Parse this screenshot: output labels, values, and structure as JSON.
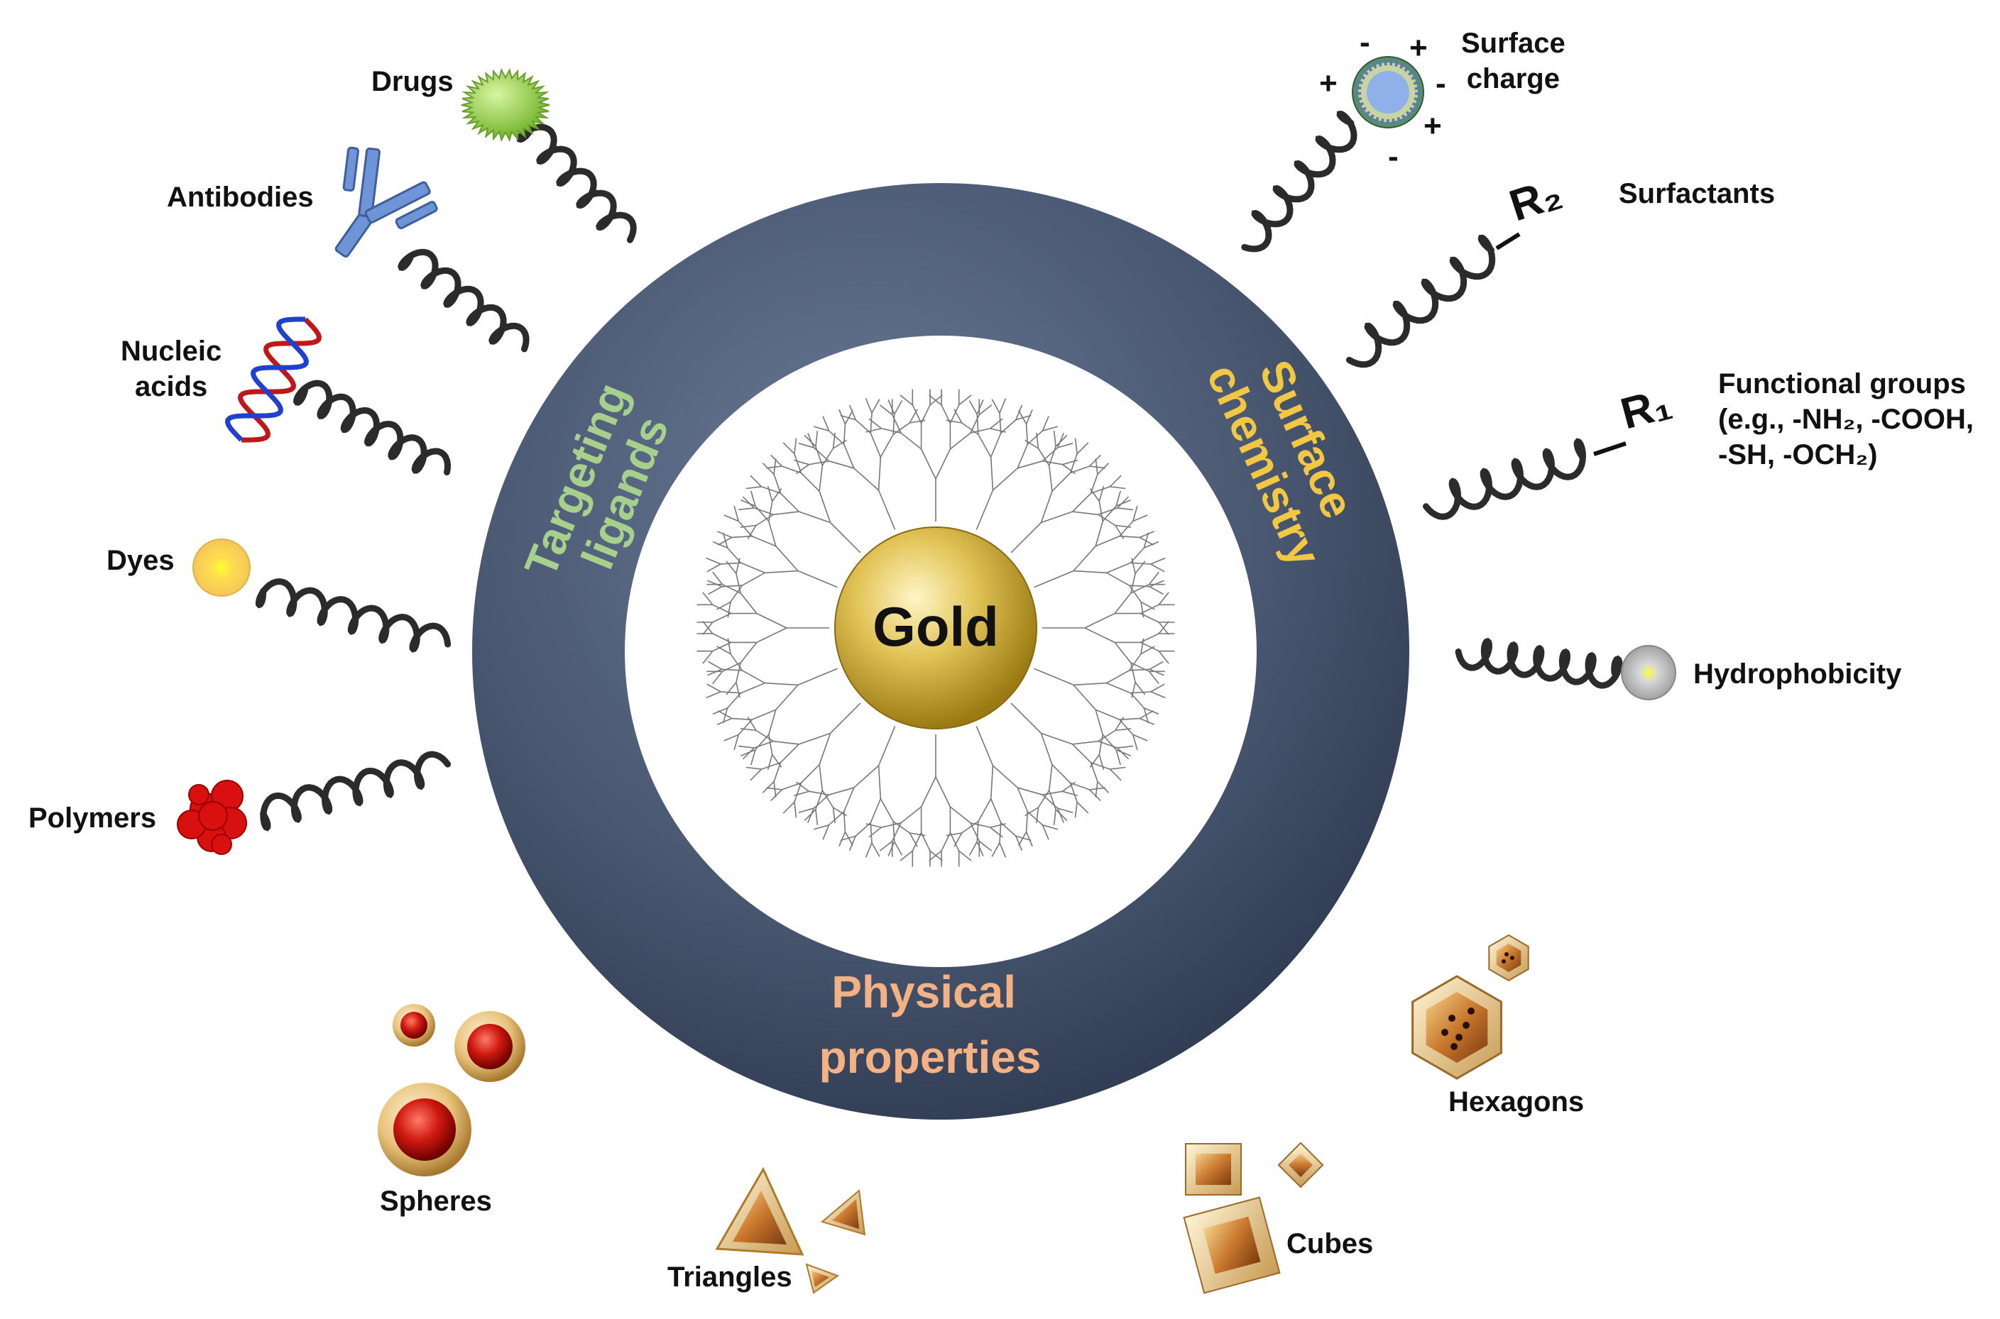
{
  "core": {
    "label": "Gold"
  },
  "ring": {
    "sectors": {
      "targeting": [
        "Targeting",
        "ligands"
      ],
      "surface": [
        "Surface",
        "chemistry"
      ],
      "physical": [
        "Physical",
        "properties"
      ]
    }
  },
  "left_items": {
    "drugs": "Drugs",
    "antibodies": "Antibodies",
    "nucleic_line1": "Nucleic",
    "nucleic_line2": "acids",
    "dyes": "Dyes",
    "polymers": "Polymers"
  },
  "right_items": {
    "surface_charge_line1": "Surface",
    "surface_charge_line2": "charge",
    "surfactants": "Surfactants",
    "functional_line1": "Functional groups",
    "functional_line2": "(e.g., -NH₂, -COOH,",
    "functional_line3": "-SH, -OCH₂)",
    "hydrophobicity": "Hydrophobicity",
    "r1": "R₁",
    "r2": "R₂",
    "charge_signs": [
      "-",
      "+",
      "+",
      "-",
      "+",
      "-"
    ]
  },
  "shapes": {
    "spheres": "Spheres",
    "triangles": "Triangles",
    "cubes": "Cubes",
    "hexagons": "Hexagons"
  },
  "colors": {
    "ring": "#4a5872",
    "gold": "#d9b83c",
    "targeting_text": "#a8d08d",
    "surface_text": "#f2c744",
    "physical_text": "#f4b183",
    "coil": "#2b2b2b"
  }
}
